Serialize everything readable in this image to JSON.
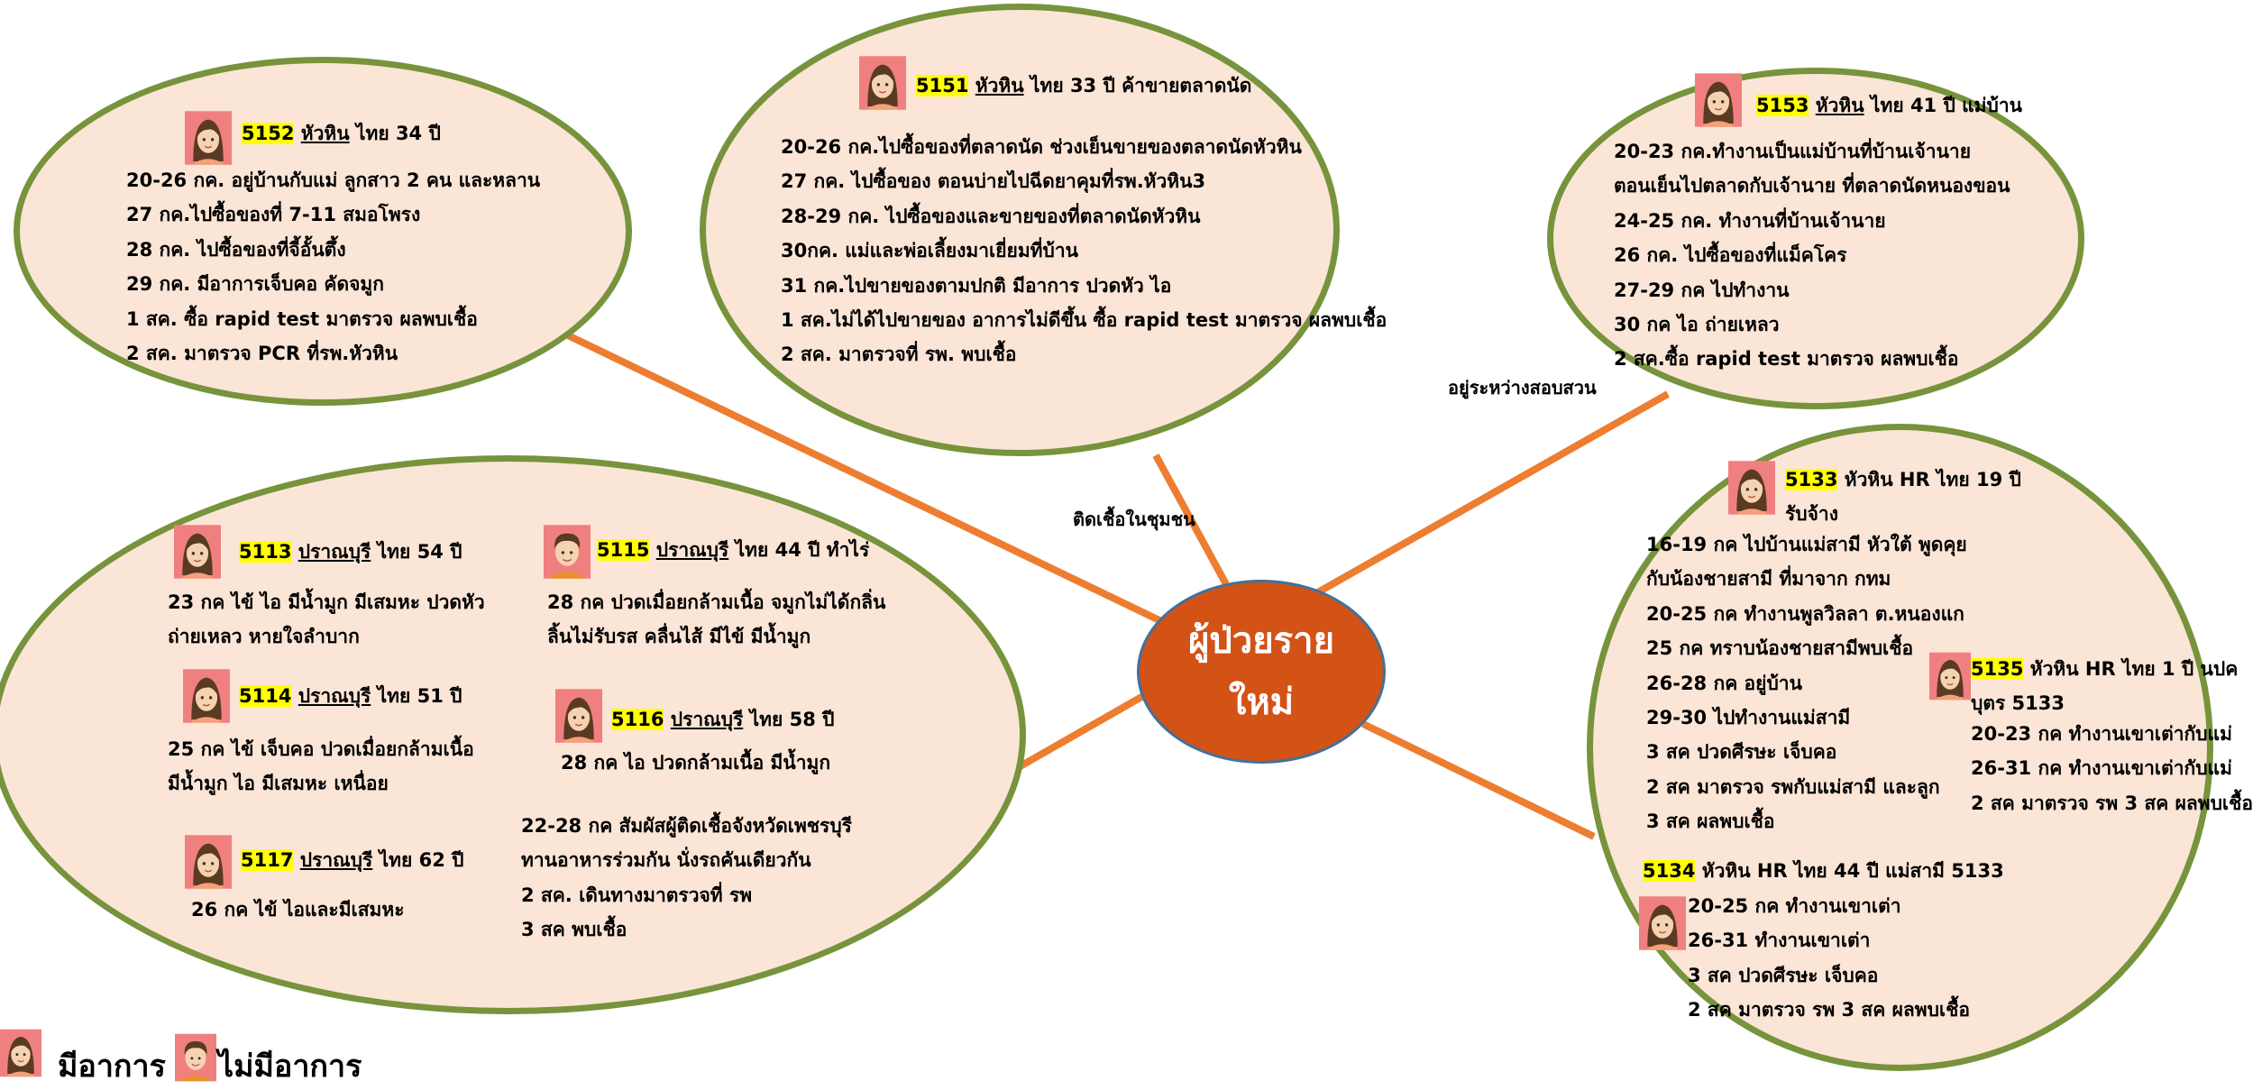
{
  "center": {
    "line1": "ผู้ป่วยราย",
    "line2": "ใหม่"
  },
  "connector_labels": {
    "top": "ติดเชื้อในชุมชน",
    "top_right": "อยู่ระหว่างสอบสวน"
  },
  "colors": {
    "bubble_fill": "#fbe5d6",
    "bubble_border": "#77933c",
    "center_fill": "#d35215",
    "connector": "#ed7d31",
    "highlight": "#ffff00",
    "avatar_bg": "#f08080"
  },
  "cases": {
    "c5151": {
      "id": "5151",
      "place": "หัวหิน",
      "rest": " ไทย 33 ปี ค้าขายตลาดนัด",
      "lines": [
        "20-26 กค.ไปซื้อของที่ตลาดนัด ช่วงเย็นขายของตลาดนัดหัวหิน",
        "27 กค. ไปซื้อของ ตอนบ่ายไปฉีดยาคุมที่รพ.หัวหิน3",
        "28-29 กค. ไปซื้อของและขายของที่ตลาดนัดหัวหิน",
        "30กค. แม่และพ่อเลี้ยงมาเยี่ยมที่บ้าน",
        "31 กค.ไปขายของตามปกติ มีอาการ ปวดหัว ไอ",
        "1 สค.ไม่ได้ไปขายของ อาการไม่ดีขึ้น ซื้อ rapid test มาตรวจ ผลพบเชื้อ",
        "2 สค. มาตรวจที่ รพ. พบเชื้อ"
      ]
    },
    "c5152": {
      "id": "5152",
      "place": "หัวหิน",
      "rest": " ไทย 34 ปี",
      "lines": [
        "20-26 กค. อยู่บ้านกับแม่ ลูกสาว 2 คน และหลาน",
        "27 กค.ไปซื้อของที่ 7-11 สมอโพรง",
        "28 กค. ไปซื้อของที่จี้อั้นตึ้ง",
        "29 กค. มีอาการเจ็บคอ คัดจมูก",
        "1 สค. ซื้อ rapid test มาตรวจ ผลพบเชื้อ",
        "2 สค. มาตรวจ PCR ที่รพ.หัวหิน"
      ]
    },
    "c5153": {
      "id": "5153",
      "place": "หัวหิน",
      "rest": " ไทย 41 ปี แม่บ้าน",
      "lines": [
        "20-23 กค.ทำงานเป็นแม่บ้านที่บ้านเจ้านาย",
        "ตอนเย็นไปตลาดกับเจ้านาย ที่ตลาดนัดหนองขอน",
        "24-25 กค. ทำงานที่บ้านเจ้านาย",
        "26 กค. ไปซื้อของที่แม็คโคร",
        "27-29 กค ไปทำงาน",
        "30 กค ไอ ถ่ายเหลว",
        "2 สค.ซื้อ rapid test มาตรวจ ผลพบเชื้อ"
      ]
    },
    "c5113": {
      "id": "5113",
      "place": "ปราณบุรี",
      "rest": " ไทย 54 ปี",
      "lines": [
        "23 กค ไข้ ไอ มีน้ำมูก มีเสมหะ ปวดหัว",
        "ถ่ายเหลว หายใจลำบาก"
      ]
    },
    "c5115": {
      "id": "5115",
      "place": "ปราณบุรี",
      "rest": " ไทย 44 ปี ทำไร่",
      "lines": [
        "28 กค ปวดเมื่อยกล้ามเนื้อ จมูกไม่ได้กลิ่น",
        "ลิ้นไม่รับรส คลื่นไส้ มีไข้ มีน้ำมูก"
      ]
    },
    "c5114": {
      "id": "5114",
      "place": "ปราณบุรี",
      "rest": " ไทย 51 ปี",
      "lines": [
        "25 กค ไข้ เจ็บคอ ปวดเมื่อยกล้ามเนื้อ",
        "มีน้ำมูก ไอ มีเสมหะ เหนื่อย"
      ]
    },
    "c5116": {
      "id": "5116",
      "place": "ปราณบุรี",
      "rest": " ไทย 58 ปี",
      "lines": [
        "28 กค ไอ ปวดกล้ามเนื้อ มีน้ำมูก"
      ]
    },
    "c5117": {
      "id": "5117",
      "place": "ปราณบุรี",
      "rest": " ไทย 62 ปี",
      "lines": [
        "26 กค ไข้ ไอและมีเสมหะ"
      ]
    },
    "group_note": [
      "22-28 กค สัมผัสผู้ติดเชื้อจังหวัดเพชรบุรี",
      "ทานอาหารร่วมกัน นั่งรถคันเดียวกัน",
      "2 สค. เดินทางมาตรวจที่ รพ",
      "3 สค พบเชื้อ"
    ],
    "c5133": {
      "id": "5133",
      "rest1": " หัวหิน HR ไทย 19 ปี",
      "rest2": "รับจ้าง",
      "lines": [
        "16-19 กค ไปบ้านแม่สามี หัวใต้ พูดคุย",
        "กับน้องชายสามี ที่มาจาก กทม",
        "20-25 กค ทำงานพูลวิลลา ต.หนองแก",
        "25 กค ทราบน้องชายสามีพบเชื้อ",
        "26-28 กค อยู่บ้าน",
        "29-30 ไปทำงานแม่สามี",
        "3 สค ปวดศีรษะ เจ็บคอ",
        "2 สค มาตรวจ รพกับแม่สามี และลูก",
        "3 สค ผลพบเชื้อ"
      ]
    },
    "c5135": {
      "id": "5135",
      "rest1": " หัวหิน HR ไทย 1 ปี นปค",
      "rest2": "บุตร 5133",
      "lines": [
        "20-23 กค ทำงานเขาเต่ากับแม่",
        "26-31 กค ทำงานเขาเต่ากับแม่",
        "2 สค มาตรวจ รพ 3 สค ผลพบเชื้อ"
      ]
    },
    "c5134": {
      "id": "5134",
      "rest": " หัวหิน HR ไทย 44 ปี แม่สามี 5133",
      "lines": [
        "20-25 กค ทำงานเขาเต่า",
        "26-31 ทำงานเขาเต่า",
        "3 สค ปวดศีรษะ เจ็บคอ",
        "2 สค มาตรวจ รพ 3 สค ผลพบเชื้อ"
      ]
    }
  },
  "legend": {
    "symptomatic": "มีอาการ",
    "asymptomatic": "ไม่มีอาการ"
  }
}
